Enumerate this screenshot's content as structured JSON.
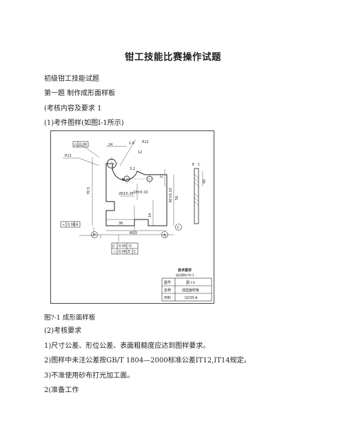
{
  "document": {
    "title": "钳工技能比赛操作试题",
    "lines": [
      "初级钳工技能试题",
      "第一题 制作成形面样板",
      "(考核内容及要求 1",
      "(1)考件图样(如图I-1所示)"
    ],
    "caption": "图?-1 成形面样板",
    "requirements": [
      "(2)考核要求",
      "1)尺寸公差、形位公差、表面粗糙度应达到图样要求。",
      "2)图样中未注公差按GB/T 1804—2000标准公差IT12,IT14规定。",
      "3)不准使用砂布打光加工面。",
      "2(准备工作"
    ]
  },
  "drawing": {
    "labels": {
      "flatness_box": "0.06",
      "r_small": "R12",
      "dim_top": "24",
      "ra_top": "1.6",
      "r_top": "R12",
      "dim_12": "12",
      "dim_18": "18±0.10",
      "dim_28": "28±0.26",
      "dim_total_h": "70.5",
      "dim_56": "56",
      "dim_30": "30±0.10",
      "dim_27": "27",
      "dim_16": "16",
      "dim_36": "36",
      "dim_60": "60.5",
      "ra_small": "3.2",
      "tol_left": "0.06",
      "tol_left_ref": "A",
      "datum_d": "D",
      "datum_a": "A",
      "datum_c": "C",
      "datum_e": "E",
      "letter_e2": "E",
      "letter_c2": "C",
      "tol2_sym1": "//",
      "tol2_v1": "0.05",
      "tol2_r1": "D",
      "tol2_sym2": "⊥",
      "tol2_v2": "0.06",
      "tol2_r2a": "E",
      "tol2_r2b": "C",
      "side_dim": "45",
      "tech_title": "技术要求",
      "tech_sub": "锐边倒钝 R0.3",
      "tb_r1_label": "图号",
      "tb_r1_value": "图 I-1",
      "tb_r2_label": "名称",
      "tb_r2_value": "成型面样板",
      "tb_r3_label": "材料",
      "tb_r3_value": "Q235-A"
    }
  }
}
